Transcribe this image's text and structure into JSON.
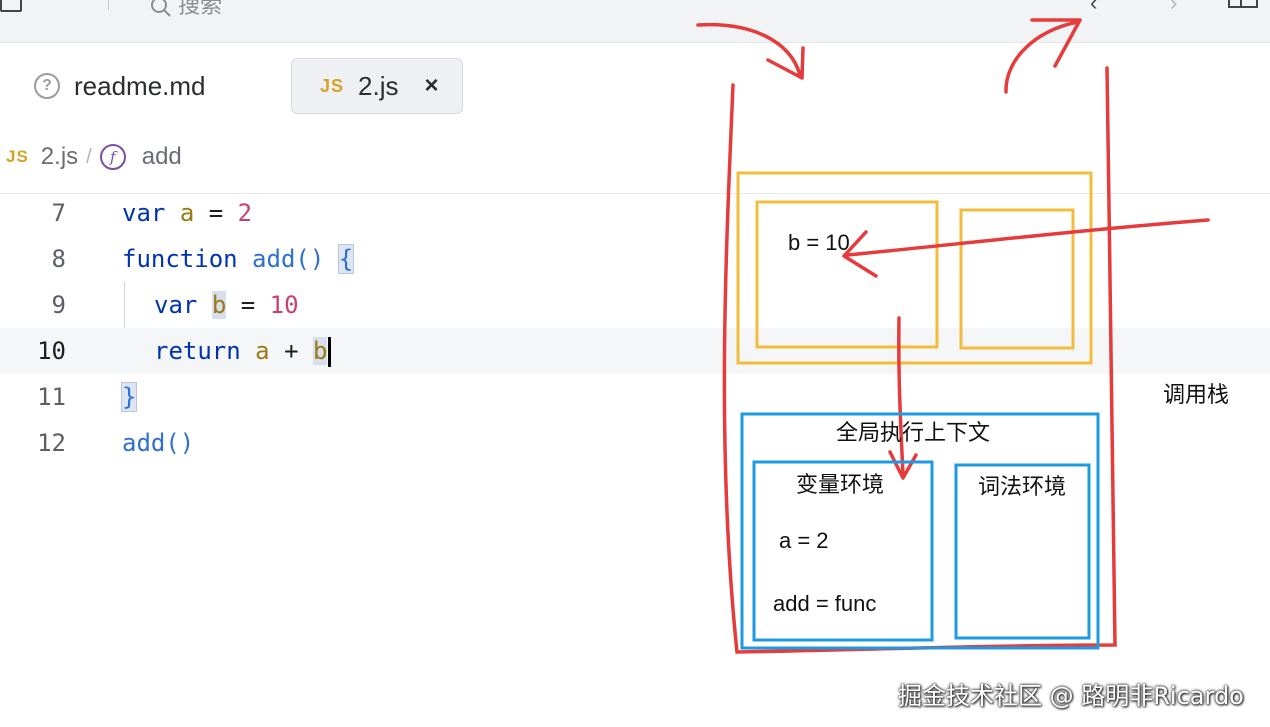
{
  "topbar": {
    "search_label": "搜索"
  },
  "tabs": [
    {
      "label": "readme.md"
    },
    {
      "label": "2.js",
      "badge": "JS",
      "close": "×"
    }
  ],
  "breadcrumb": {
    "badge": "JS",
    "file": "2.js",
    "separator": "/",
    "func_icon": "f",
    "symbol": "add"
  },
  "code": {
    "lines": [
      {
        "number": "7",
        "tokens": [
          "var",
          "a",
          "=",
          "2"
        ]
      },
      {
        "number": "8",
        "tokens": [
          "function",
          "add",
          "()",
          "{"
        ]
      },
      {
        "number": "9",
        "tokens": [
          "var",
          "b",
          "=",
          "10"
        ]
      },
      {
        "number": "10",
        "tokens": [
          "return",
          "a",
          "+",
          "b"
        ]
      },
      {
        "number": "11",
        "tokens": [
          "}"
        ]
      },
      {
        "number": "12",
        "tokens": [
          "add",
          "()"
        ]
      }
    ]
  },
  "diagram": {
    "function_context_var": "b = 10",
    "call_stack_label": "调用栈",
    "global_context_title": "全局执行上下文",
    "variable_env_title": "变量环境",
    "lexical_env_title": "词法环境",
    "variable_env_items": [
      "a = 2",
      "add = func"
    ],
    "colors": {
      "stack": "#e63b3b",
      "function_context": "#f2bd3c",
      "global_context": "#1e9be0"
    }
  },
  "watermark": "掘金技术社区 @ 路明非Ricardo"
}
